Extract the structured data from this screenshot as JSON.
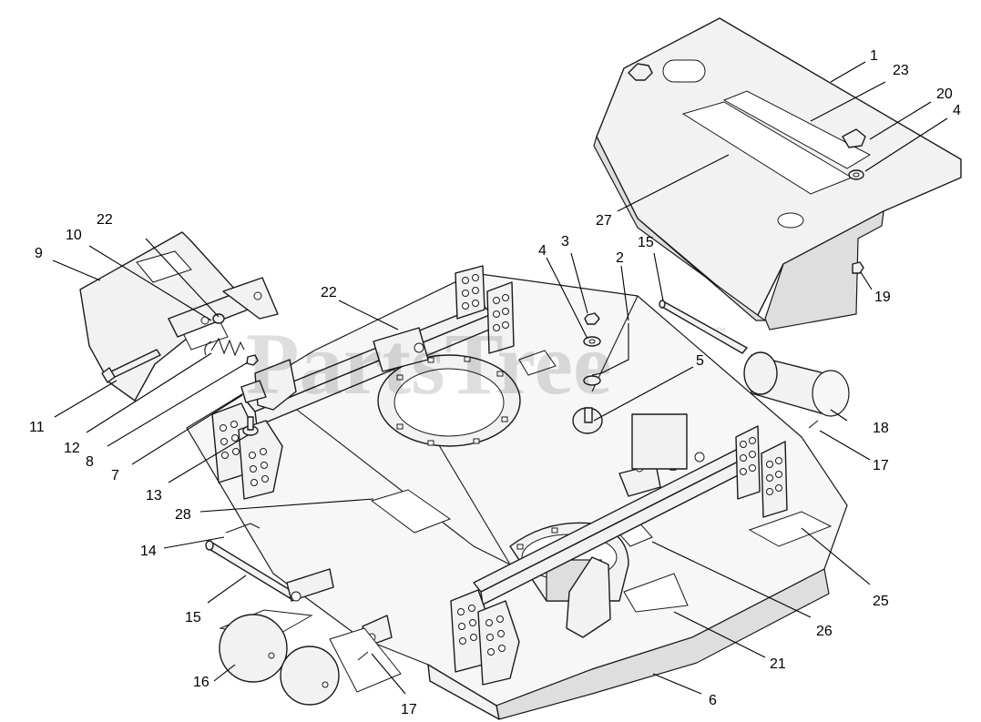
{
  "watermark": {
    "text": "PartsTree",
    "mark": "™"
  },
  "callouts": [
    {
      "num": "1"
    },
    {
      "num": "23"
    },
    {
      "num": "20"
    },
    {
      "num": "4"
    },
    {
      "num": "27"
    },
    {
      "num": "19"
    },
    {
      "num": "15"
    },
    {
      "num": "2"
    },
    {
      "num": "3"
    },
    {
      "num": "4"
    },
    {
      "num": "5"
    },
    {
      "num": "22"
    },
    {
      "num": "22"
    },
    {
      "num": "10"
    },
    {
      "num": "9"
    },
    {
      "num": "11"
    },
    {
      "num": "12"
    },
    {
      "num": "8"
    },
    {
      "num": "7"
    },
    {
      "num": "13"
    },
    {
      "num": "28"
    },
    {
      "num": "14"
    },
    {
      "num": "15"
    },
    {
      "num": "16"
    },
    {
      "num": "17"
    },
    {
      "num": "18"
    },
    {
      "num": "17"
    },
    {
      "num": "25"
    },
    {
      "num": "26"
    },
    {
      "num": "21"
    },
    {
      "num": "6"
    }
  ]
}
